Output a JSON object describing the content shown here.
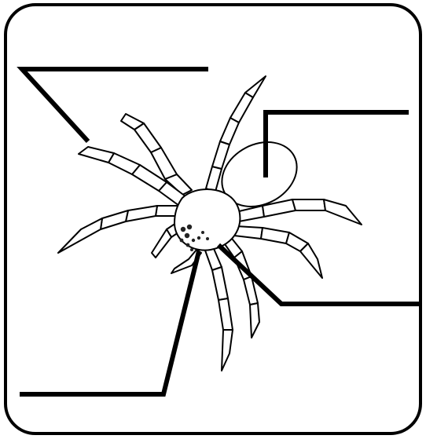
{
  "diagram": {
    "subject": "spider",
    "label_blanks": [
      {
        "id": "top-left"
      },
      {
        "id": "top-right"
      },
      {
        "id": "bottom-right"
      },
      {
        "id": "bottom-left"
      }
    ],
    "colors": {
      "background": "#ffffff",
      "ink": "#000000",
      "spot": "#222222"
    }
  }
}
